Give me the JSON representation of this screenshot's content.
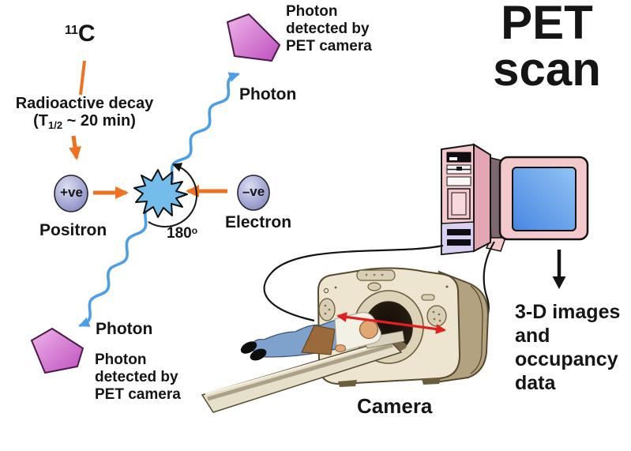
{
  "title": "PET\nscan",
  "isotope": {
    "mass": "11",
    "symbol": "C"
  },
  "decay": {
    "caption": "Radioactive decay",
    "half_open": "(T",
    "half_sub": "1/2",
    "half_rest": " ~ 20 min)"
  },
  "particles": {
    "positron_symbol": "+ve",
    "positron_label": "Positron",
    "electron_symbol": "–ve",
    "electron_label": "Electron"
  },
  "annihilation": {
    "angle_value": "180",
    "angle_unit": "o"
  },
  "photons": {
    "top_label": "Photon",
    "bottom_label": "Photon",
    "top_detected": "Photon\ndetected by\nPET camera",
    "bottom_detected": "Photon\ndetected by\nPET camera"
  },
  "scanner": {
    "camera_label": "Camera"
  },
  "output": {
    "text": "3-D images\nand\noccupancy\ndata"
  },
  "colors": {
    "orange": "#ED7221",
    "photon": "#4D9EE4",
    "star": "#74BCEA",
    "red": "#E02020",
    "detector_light": "#EFB5EA",
    "detector_dark": "#BE4FBE",
    "sphere_light": "#DCDEF2",
    "sphere_dark": "#7D81B4",
    "casing_pink": "#F4C9CC",
    "casing_pink_side": "#E2A7B2",
    "casing_lavender": "#D9CFF0",
    "screen_light": "#93C4F6",
    "screen_dark": "#4785E0",
    "gantry_beige": "#EDE5D0",
    "gantry_side": "#B3A27F",
    "bore_dark": "#241A10"
  }
}
